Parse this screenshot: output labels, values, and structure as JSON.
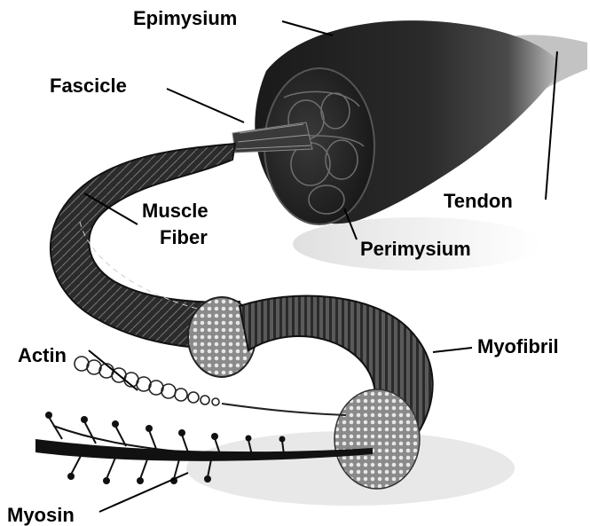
{
  "diagram": {
    "labels": {
      "epimysium": "Epimysium",
      "fascicle": "Fascicle",
      "tendon": "Tendon",
      "muscle_fiber_line1": "Muscle",
      "muscle_fiber_line2": "Fiber",
      "perimysium": "Perimysium",
      "actin": "Actin",
      "myofibril": "Myofibril",
      "myosin": "Myosin"
    }
  }
}
